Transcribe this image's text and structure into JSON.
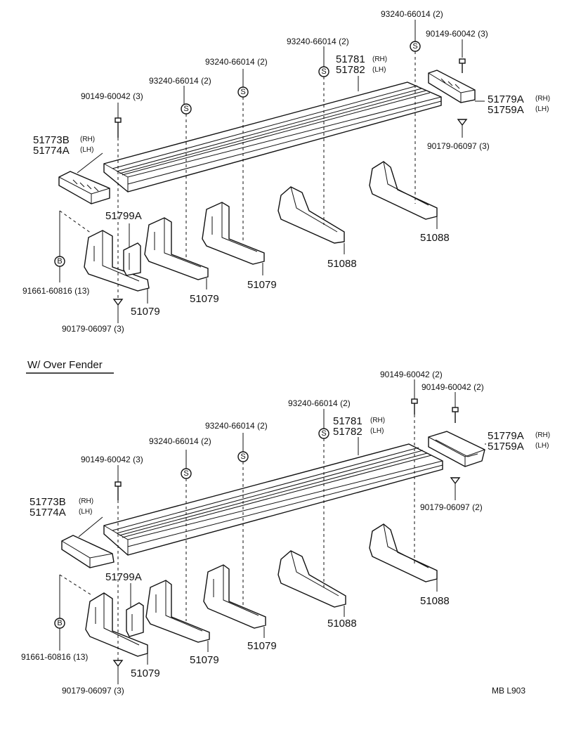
{
  "top": {
    "labels": {
      "screw_right_top": "93240-66014 (2)",
      "bolt_right": "90149-60042 (3)",
      "screw_mid_right": "93240-66014 (2)",
      "board_rh": "51781",
      "board_rh_side": "(RH)",
      "board_lh": "51782",
      "board_lh_side": "(LH)",
      "screw_mid": "93240-66014 (2)",
      "screw_left": "93240-66014 (2)",
      "bolt_left": "90149-60042 (3)",
      "front_cap_rh": "51773B",
      "front_cap_rh_side": "(RH)",
      "front_cap_lh": "51774A",
      "front_cap_lh_side": "(LH)",
      "rear_cap_rh": "51779A",
      "rear_cap_rh_side": "(RH)",
      "rear_cap_lh": "51759A",
      "rear_cap_lh_side": "(LH)",
      "nut_right": "90179-06097 (3)",
      "bracket_small": "51799A",
      "clip": "91661-60816 (13)",
      "nut_left": "90179-06097 (3)",
      "stay_1": "51079",
      "stay_2": "51079",
      "stay_3": "51079",
      "stay_4": "51088",
      "stay_5": "51088"
    }
  },
  "section_title": "W/ Over Fender",
  "bottom": {
    "labels": {
      "bolt_right_1": "90149-60042 (2)",
      "bolt_right_2": "90149-60042 (2)",
      "screw_mid_right": "93240-66014 (2)",
      "board_rh": "51781",
      "board_rh_side": "(RH)",
      "board_lh": "51782",
      "board_lh_side": "(LH)",
      "rear_cap_rh": "51779A",
      "rear_cap_rh_side": "(RH)",
      "rear_cap_lh": "51759A",
      "rear_cap_lh_side": "(LH)",
      "screw_mid": "93240-66014 (2)",
      "screw_left": "93240-66014 (2)",
      "bolt_left": "90149-60042 (3)",
      "nut_right": "90179-06097 (2)",
      "front_cap_rh": "51773B",
      "front_cap_rh_side": "(RH)",
      "front_cap_lh": "51774A",
      "front_cap_lh_side": "(LH)",
      "bracket_small": "51799A",
      "clip": "91661-60816 (13)",
      "nut_left": "90179-06097 (3)",
      "stay_1": "51079",
      "stay_2": "51079",
      "stay_3": "51079",
      "stay_4": "51088",
      "stay_5": "51088"
    }
  },
  "symbols": {
    "screw": "S",
    "clip": "B"
  },
  "footer": {
    "code": "MB  L903"
  }
}
